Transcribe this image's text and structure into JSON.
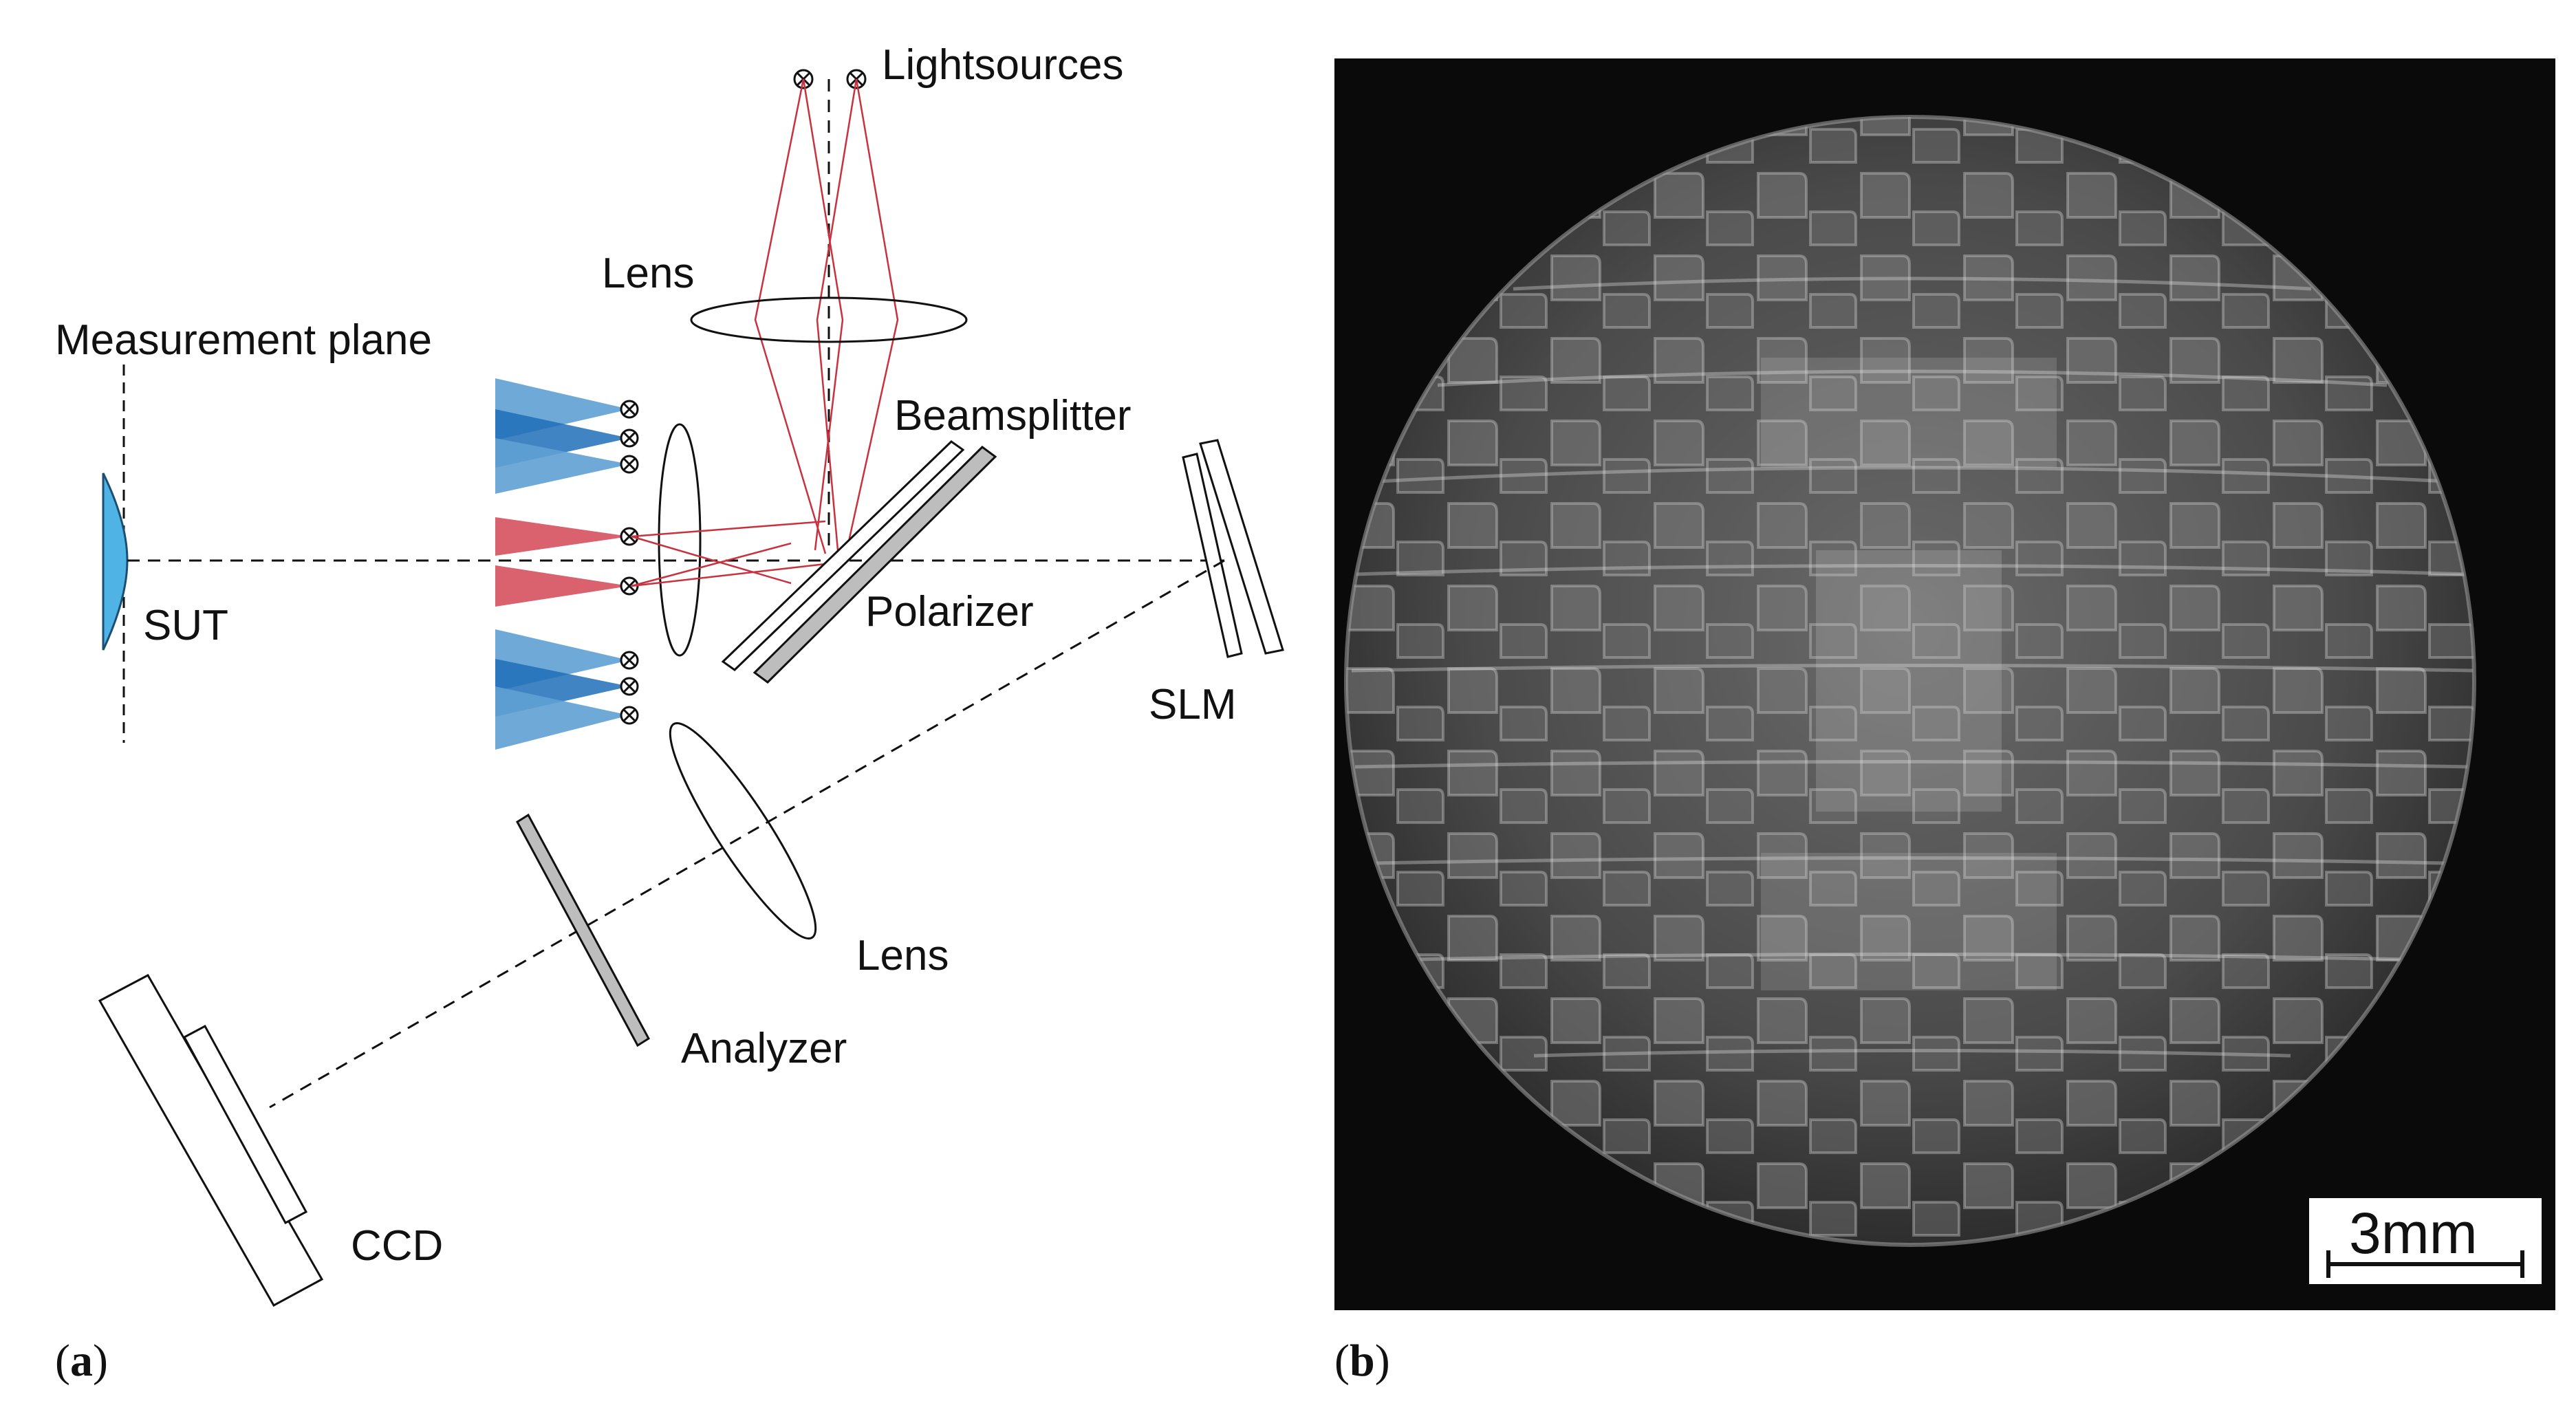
{
  "panel_a": {
    "label_letter": "a",
    "labels": {
      "measurement_plane": "Measurement plane",
      "sut": "SUT",
      "lightsources": "Lightsources",
      "lens_top": "Lens",
      "beamsplitter": "Beamsplitter",
      "polarizer": "Polarizer",
      "slm": "SLM",
      "lens_bottom": "Lens",
      "analyzer": "Analyzer",
      "ccd": "CCD"
    }
  },
  "panel_b": {
    "label_letter": "b",
    "scale_bar_label": "3mm"
  },
  "colors": {
    "sut_fill": "#4fb3e6",
    "blue_light": "#5fa0d4",
    "blue_dark": "#1f6fb8",
    "red_cone": "#d9626e",
    "red_ray": "#c8323f",
    "gray_element": "#bdbdbd",
    "photo_background": "#0a0a0a"
  }
}
